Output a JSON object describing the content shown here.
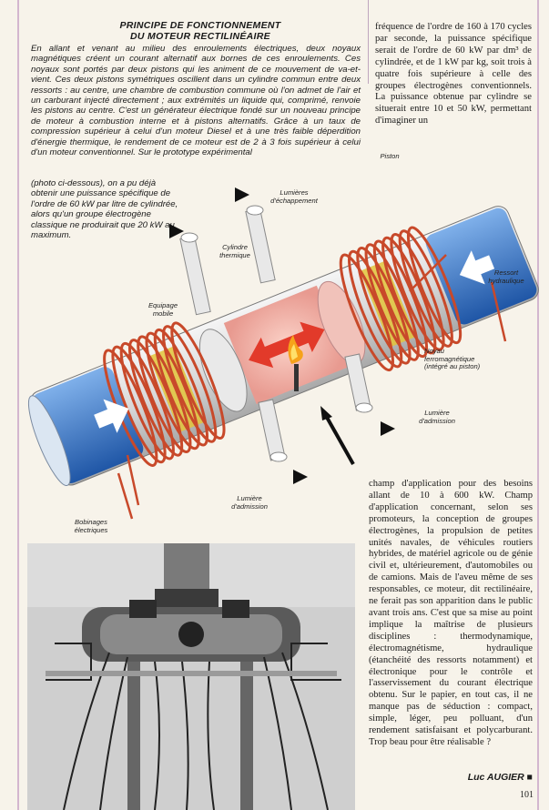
{
  "article": {
    "title_line1": "PRINCIPE DE FONCTIONNEMENT",
    "title_line2": "DU MOTEUR RECTILINÉAIRE",
    "intro": "En allant et venant au milieu des enroulements électriques, deux noyaux magnétiques créent un courant alternatif aux bornes de ces enroulements. Ces noyaux sont portés par deux pistons qui les animent de ce mouvement de va-et-vient. Ces deux pistons symétriques oscillent dans un cylindre commun entre deux ressorts : au centre, une chambre de combustion commune où l'on admet de l'air et un carburant injecté directement ; aux extrémités un liquide qui, comprimé, renvoie les pistons au centre. C'est un générateur électrique fondé sur un nouveau principe de moteur à combustion interne et à pistons alternatifs. Grâce à un taux de compression supérieur à celui d'un moteur Diesel et à une très faible déperdition d'énergie thermique, le rendement de ce moteur est de 2 à 3 fois supérieur à celui d'un moteur conventionnel. Sur le prototype expérimental",
    "intro_tail": "(photo ci-dessous), on a pu déjà obtenir une puissance spécifique de l'ordre de 60 kW par litre de cylindrée, alors qu'un groupe électrogène classique ne produirait que 20 kW au maximum.",
    "col_right_top": "fréquence de l'ordre de 160 à 170 cycles par seconde, la puissance spécifique serait de l'ordre de 60 kW par dm³ de cylindrée, et de 1 kW par kg, soit trois à quatre fois supérieure à celle des groupes électrogènes conventionnels. La puissance obtenue par cylindre se situerait entre 10 et 50 kW, permettant d'imaginer un",
    "col_right_bottom": "champ d'application pour des besoins allant de 10 à 600 kW. Champ d'application concernant, selon ses promoteurs, la conception de groupes électrogènes, la propulsion de petites unités navales, de véhicules routiers hybrides, de matériel agricole ou de génie civil et, ultérieurement, d'automobiles ou de camions. Mais de l'aveu même de ses responsables, ce moteur, dit rectilinéaire, ne ferait pas son apparition dans le public avant trois ans. C'est que sa mise au point implique la maîtrise de plusieurs disciplines : thermodynamique, électromagnétisme, hydraulique (étanchéité des ressorts notamment) et électronique pour le contrôle et l'asservissement du courant électrique obtenu. Sur le papier, en tout cas, il ne manque pas de séduction : compact, simple, léger, peu polluant, d'un rendement satisfaisant et polycarburant. Trop beau pour être réalisable ?",
    "author": "Luc AUGIER ■",
    "page_number": "101"
  },
  "diagram": {
    "labels": {
      "piston": "Piston",
      "lumieres_echappement_1": "Lumières",
      "lumieres_echappement_2": "d'échappement",
      "cylindre_1": "Cylindre",
      "cylindre_2": "thermique",
      "equipage_1": "Equipage",
      "equipage_2": "mobile",
      "ressort_1": "Ressort",
      "ressort_2": "hydraulique",
      "noyau_1": "Noyau",
      "noyau_2": "ferromagnétique",
      "noyau_3": "(intégré au piston)",
      "admission_right_1": "Lumière",
      "admission_right_2": "d'admission",
      "admission_bottom_1": "Lumière",
      "admission_bottom_2": "d'admission",
      "bobinages_1": "Bobinages",
      "bobinages_2": "électriques"
    },
    "colors": {
      "coil": "#c8492a",
      "water": "#2f6fc4",
      "chamber": "#f2b8b0",
      "arrow": "#e23a2a"
    }
  },
  "photo": {
    "description_icon": "prototype-engine-photo"
  }
}
